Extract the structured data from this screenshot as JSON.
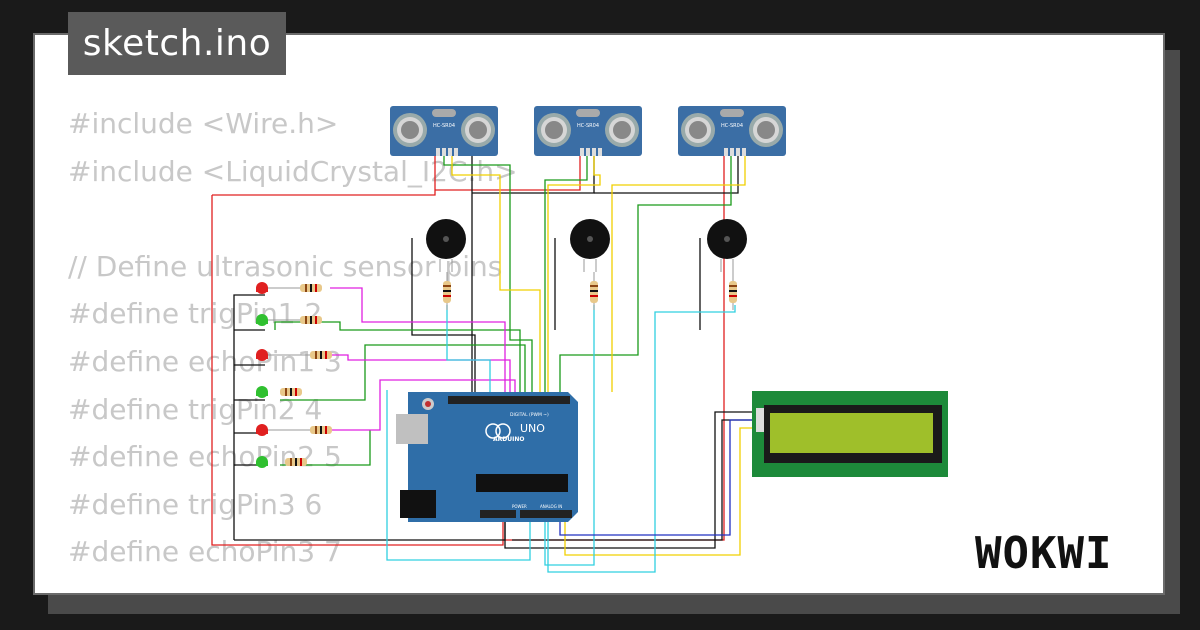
{
  "title": "sketch.ino",
  "code_lines": [
    "#include <Wire.h>",
    "#include <LiquidCrystal_I2C.h>",
    "",
    "// Define ultrasonic sensor pins",
    "#define trigPin1 2",
    "#define echoPin1 3",
    "#define trigPin2 4",
    "#define echoPin2 5",
    "#define trigPin3 6",
    "#define echoPin3 7"
  ],
  "sensor_label": "HC-SR04",
  "arduino": {
    "board_label": "UNO",
    "brand_label": "ARDUINO",
    "digital_label": "DIGITAL (PWM ~)",
    "power_label": "POWER",
    "analog_label": "ANALOG IN"
  },
  "brand": "WOKWI",
  "colors": {
    "background": "#1a1a1a",
    "card": "#ffffff",
    "sensor": "#3b6ea5",
    "arduino": "#2f6ea8",
    "lcd_board": "#1d8a3a",
    "lcd_screen": "#9fbf2a"
  }
}
